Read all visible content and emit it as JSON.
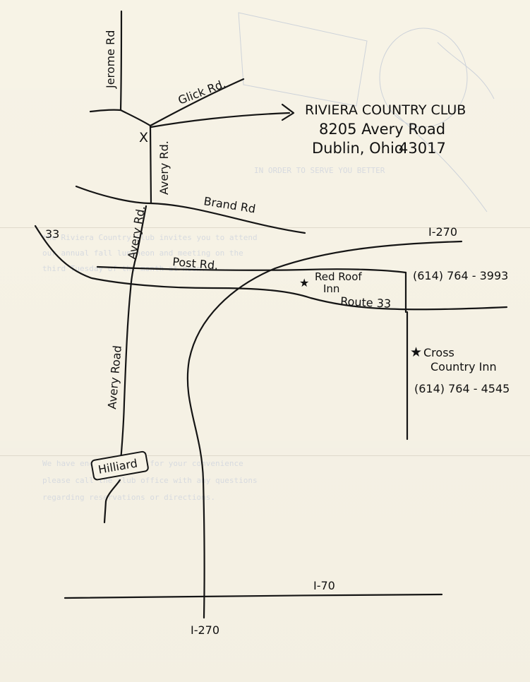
{
  "roads": {
    "jerome": "Jerome Rd",
    "glick": "Glick Rd.",
    "avery_upper": "Avery Rd.",
    "avery_middle": "Avery Rd.",
    "avery_lower": "Avery Road",
    "brand": "Brand Rd",
    "post": "Post Rd.",
    "route33_label": "Route 33",
    "route33_marker": "33",
    "i270_top": "I-270",
    "i270_bottom": "I-270",
    "i70": "I-70"
  },
  "markers": {
    "x": "X",
    "star": "★",
    "hilliard": "Hilliard"
  },
  "club": {
    "name": "RIVIERA COUNTRY CLUB",
    "street": "8205 Avery Road",
    "city": "Dublin, Ohio",
    "zip": "43017"
  },
  "red_roof": {
    "line1": "Red Roof",
    "line2": "Inn",
    "phone": "(614) 764 - 3993"
  },
  "cross_country": {
    "line1": "Cross",
    "line2": "Country Inn",
    "phone": "(614) 764 - 4545"
  },
  "colors": {
    "paper": "#f7f3e6",
    "ink": "#151515"
  }
}
